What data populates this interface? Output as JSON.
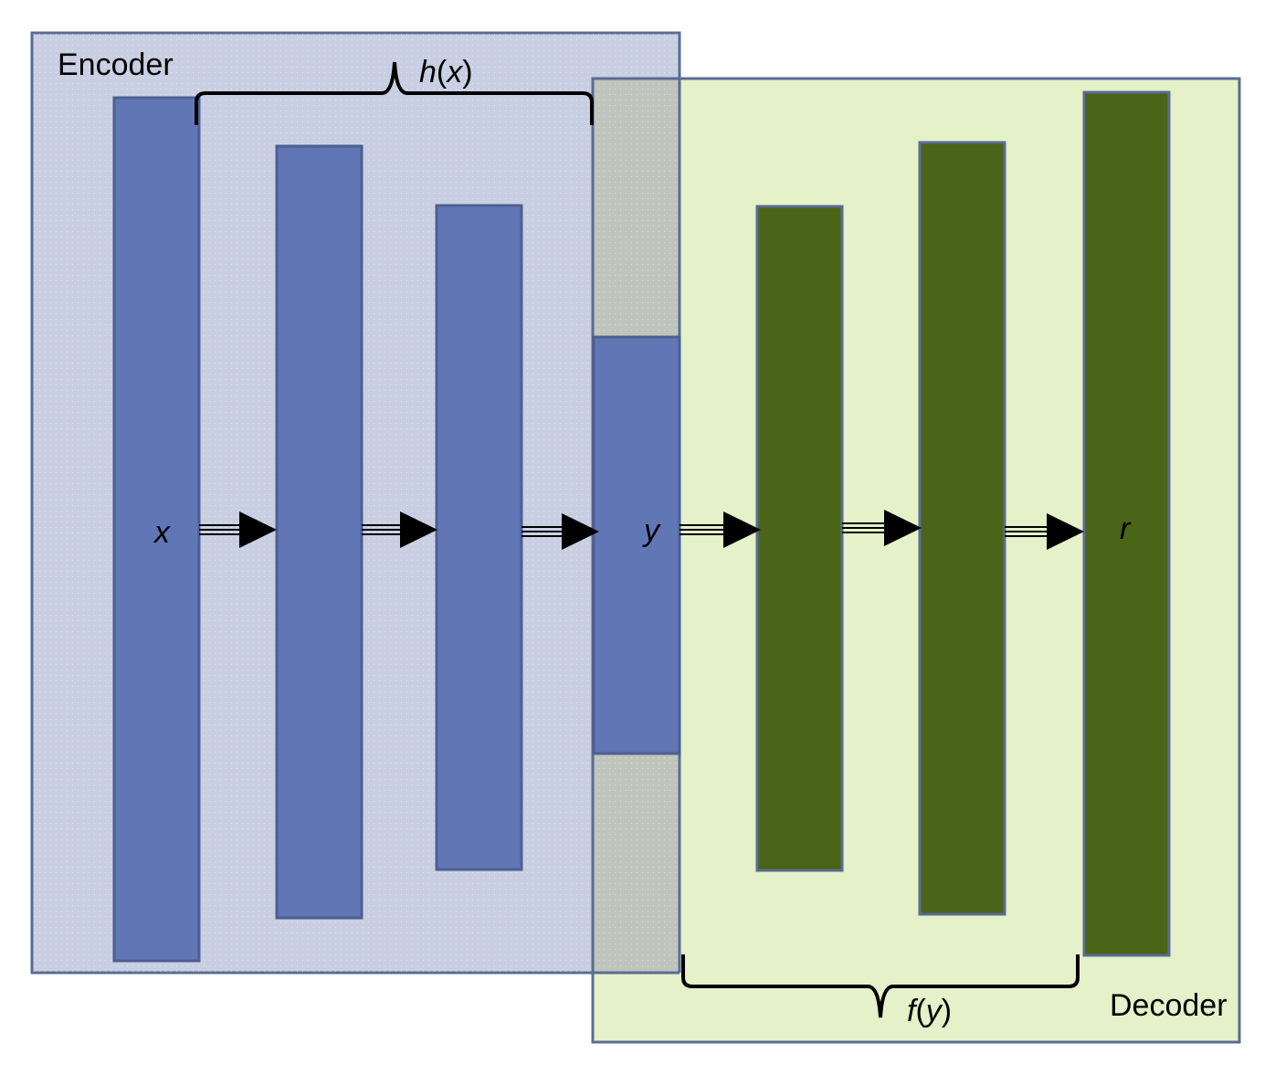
{
  "encoder": {
    "label": "Encoder",
    "fill_color": "#c9cfe2",
    "border_color": "#5a6b93"
  },
  "decoder": {
    "label": "Decoder",
    "fill_color": "#e4f1c9",
    "border_color": "#5a6b93"
  },
  "colors": {
    "encoder_layer": "#6176b5",
    "decoder_layer": "#4a6418",
    "overlap": "#bfc4bc",
    "arrow": "#000000"
  },
  "nodes": {
    "input": "x",
    "code": "y",
    "reconstruction": "r"
  },
  "braces": {
    "encoder_function": {
      "name": "h",
      "arg": "x"
    },
    "decoder_function": {
      "name": "f",
      "arg": "y"
    }
  }
}
